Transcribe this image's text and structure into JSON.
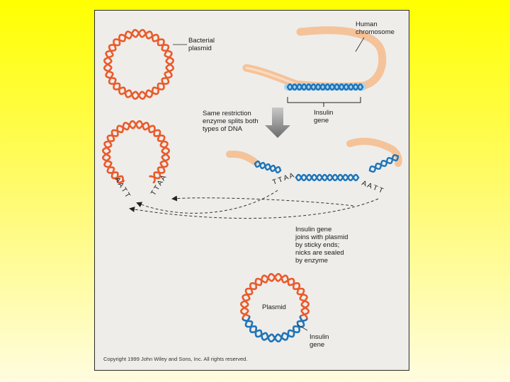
{
  "labels": {
    "bacterial_plasmid": "Bacterial\nplasmid",
    "human_chromosome": "Human\nchromosome",
    "insulin_gene_top": "Insulin\ngene",
    "restriction_enzyme": "Same restriction\nenzyme splits both\ntypes of DNA",
    "joins": "Insulin gene\njoins with plasmid\nby sticky ends;\nnicks are sealed\nby enzyme",
    "plasmid": "Plasmid",
    "insulin_gene_bottom": "Insulin\ngene",
    "copyright": "Copyright 1999 John Wiley and Sons, Inc. All rights reserved."
  },
  "sticky_ends": {
    "aatt": "A A T T",
    "ttaa": "T T A A"
  },
  "colors": {
    "bacterial_dna": "#ea5a2a",
    "human_dna": "#f5c39a",
    "insulin_dna": "#1f74b8",
    "panel_bg": "#eeedea",
    "arrow": "#8a8a8a"
  }
}
